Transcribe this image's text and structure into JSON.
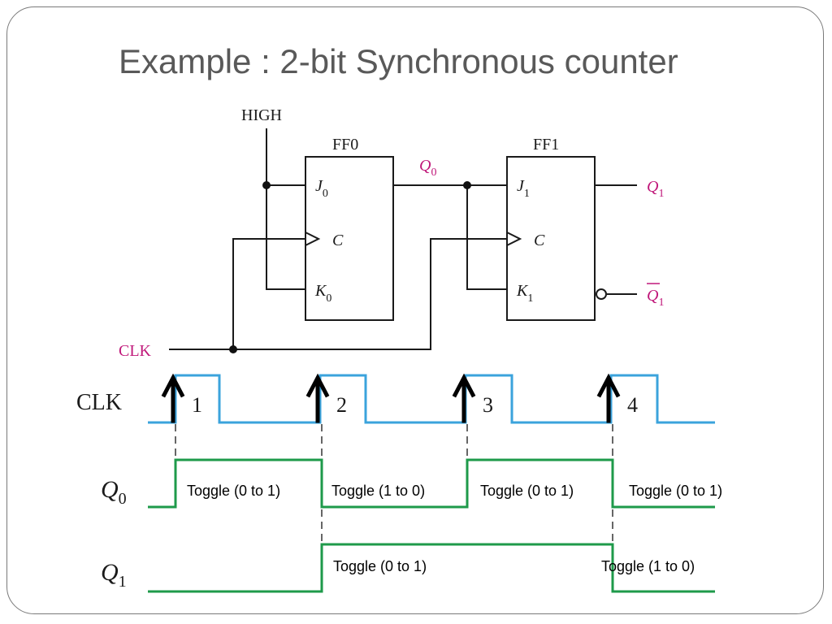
{
  "title": "Example : 2-bit Synchronous counter",
  "circuit": {
    "high_label": "HIGH",
    "clk_label": "CLK",
    "ff0": {
      "name": "FF0",
      "j": "J",
      "j_sub": "0",
      "c": "C",
      "k": "K",
      "k_sub": "0",
      "out": "Q",
      "out_sub": "0"
    },
    "ff1": {
      "name": "FF1",
      "j": "J",
      "j_sub": "1",
      "c": "C",
      "k": "K",
      "k_sub": "1",
      "q": "Q",
      "q_sub": "1",
      "qbar": "Q",
      "qbar_sub": "1"
    }
  },
  "timing": {
    "clk_label": "CLK",
    "q0_label": "Q",
    "q0_sub": "0",
    "q1_label": "Q",
    "q1_sub": "1",
    "pulse_numbers": [
      "1",
      "2",
      "3",
      "4"
    ],
    "q0_toggles": [
      "Toggle (0 to 1)",
      "Toggle (1 to 0)",
      "Toggle (0 to 1)",
      "Toggle (0 to 1)"
    ],
    "q1_toggles": [
      "Toggle (0 to 1)",
      "Toggle (1 to 0)"
    ]
  },
  "colors": {
    "clk_wave": "#3ba3dc",
    "q_wave": "#1e9a4a",
    "label_magenta": "#c0187a",
    "title": "#595959"
  }
}
